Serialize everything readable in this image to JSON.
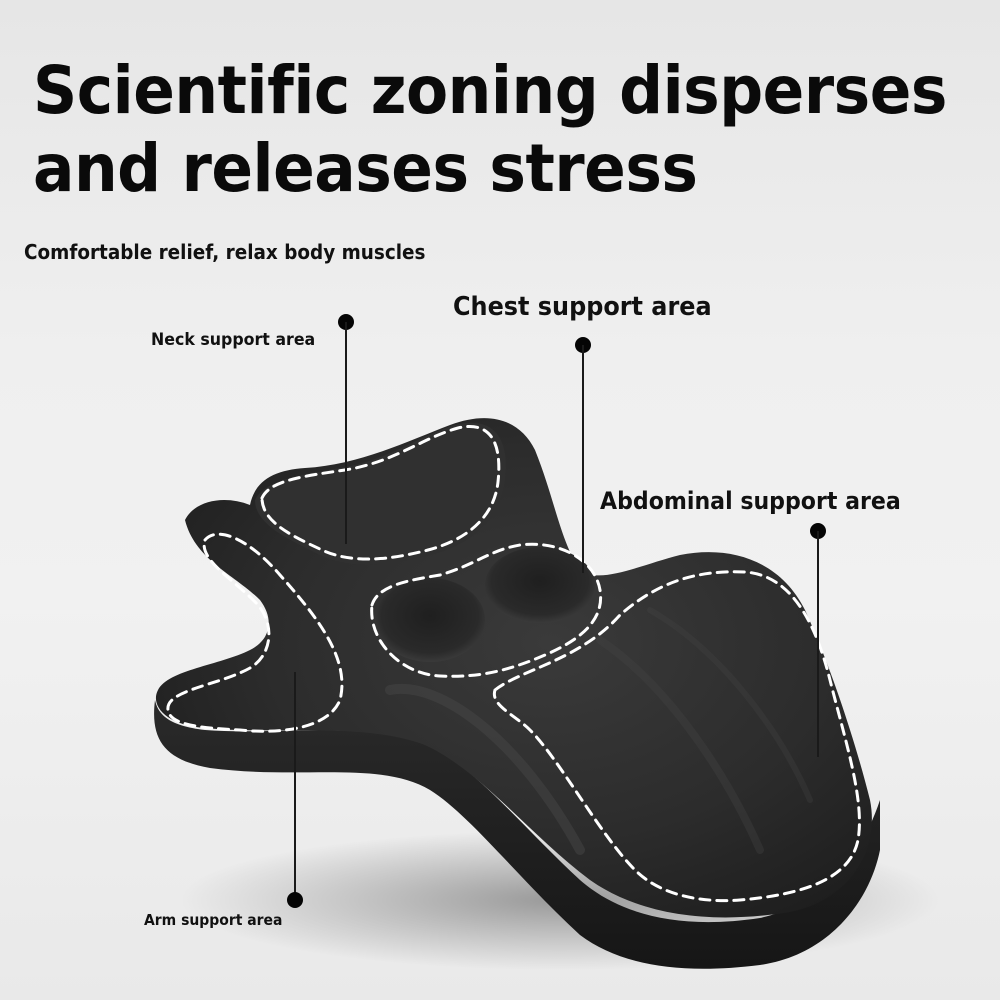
{
  "headline": {
    "line1": "Scientific zoning disperses",
    "line2": "and releases stress"
  },
  "subtitle": "Comfortable relief, relax body muscles",
  "callouts": [
    {
      "id": "neck",
      "label": "Neck support area"
    },
    {
      "id": "chest",
      "label": "Chest support area"
    },
    {
      "id": "abdominal",
      "label": "Abdominal support area"
    },
    {
      "id": "arm",
      "label": "Arm support area"
    }
  ],
  "colors": {
    "background": "#eeeeee",
    "product": "#2e2e2e",
    "stitch": "#ffffff",
    "text": "#0a0a0a"
  }
}
